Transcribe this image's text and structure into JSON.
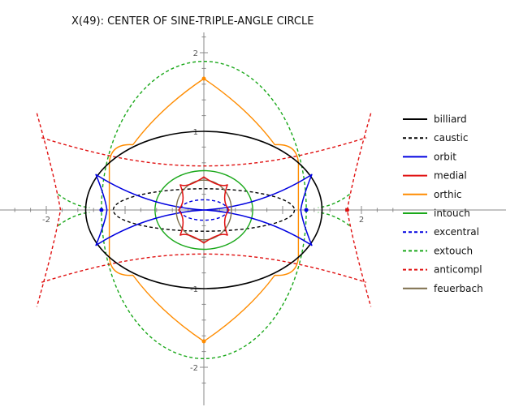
{
  "title": "X(49): CENTER OF SINE-TRIPLE-ANGLE CIRCLE",
  "axes": {
    "x_ticks": [
      {
        "label": "-2",
        "value": -2
      },
      {
        "label": "2",
        "value": 2
      }
    ],
    "y_ticks": [
      {
        "label": "2",
        "value": 2
      },
      {
        "label": "1",
        "value": 1
      },
      {
        "label": "-1",
        "value": -1
      },
      {
        "label": "-2",
        "value": -2
      }
    ]
  },
  "legend": [
    {
      "label": "billiard",
      "color": "#000000",
      "dashed": false
    },
    {
      "label": "caustic",
      "color": "#000000",
      "dashed": true
    },
    {
      "label": "orbit",
      "color": "#0000e0",
      "dashed": false
    },
    {
      "label": "medial",
      "color": "#e01010",
      "dashed": false
    },
    {
      "label": "orthic",
      "color": "#ff8c00",
      "dashed": false
    },
    {
      "label": "intouch",
      "color": "#1aa81a",
      "dashed": false
    },
    {
      "label": "excentral",
      "color": "#0000e0",
      "dashed": true
    },
    {
      "label": "extouch",
      "color": "#1aa81a",
      "dashed": true
    },
    {
      "label": "anticompl",
      "color": "#e01010",
      "dashed": true
    },
    {
      "label": "feuerbach",
      "color": "#7d6e4c",
      "dashed": false
    }
  ],
  "colors": {
    "axis": "#888888",
    "marker_orbit": "#0000e0",
    "marker_orthic": "#ff8c00",
    "marker_anticompl": "#e01010"
  }
}
